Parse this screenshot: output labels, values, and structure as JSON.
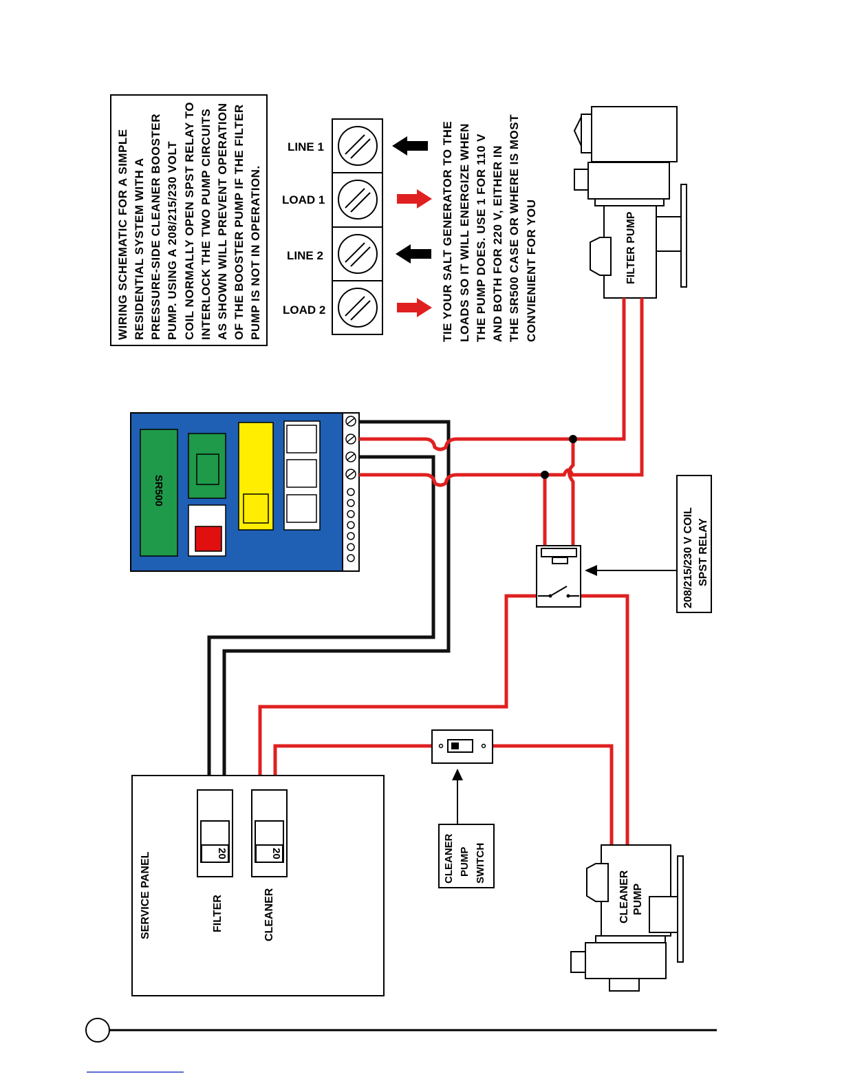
{
  "description_box": {
    "lines": [
      "WIRING SCHEMATIC FOR A SIMPLE",
      "RESIDENTIAL SYSTEM WITH A",
      "PRESSURE-SIDE CLEANER BOOSTER",
      "PUMP. USING A 208/215/230 VOLT",
      "COIL NORMALLY OPEN SPST RELAY TO",
      "INTERLOCK THE TWO PUMP CIRCUITS",
      "AS SHOWN WILL PREVENT OPERATION",
      "OF THE BOOSTER PUMP IF THE FILTER",
      "PUMP IS NOT IN OPERATION."
    ]
  },
  "terminal_block": {
    "labels": [
      "LINE 1",
      "LOAD 1",
      "LINE 2",
      "LOAD 2"
    ]
  },
  "tie_note": {
    "lines": [
      "TIE YOUR SALT GENERATOR TO THE",
      "LOADS SO IT WILL ENERGIZE WHEN",
      "THE PUMP DOES. USE 1 FOR 110 V",
      "AND BOTH FOR 220 V, EITHER IN",
      "THE SR500 CASE OR WHERE IS MOST",
      "CONVIENIENT FOR YOU"
    ]
  },
  "filter_pump": {
    "label": "FILTER PUMP"
  },
  "controller": {
    "label": "SR500"
  },
  "relay": {
    "line1": "208/215/230 V COIL",
    "line2": "SPST RELAY"
  },
  "service_panel": {
    "title": "SERVICE PANEL",
    "breakers": [
      {
        "label": "FILTER",
        "rating": "20"
      },
      {
        "label": "CLEANER",
        "rating": "20"
      }
    ]
  },
  "cleaner_switch": {
    "lines": [
      "CLEANER",
      "PUMP",
      "SWITCH"
    ]
  },
  "cleaner_pump": {
    "lines": [
      "CLEANER",
      "PUMP"
    ]
  },
  "colors": {
    "hot_wire": "#e02020",
    "neutral_wire": "#111111",
    "controller_body": "#1f5fb4",
    "pcb_green": "#1f9a4a",
    "relay_yellow": "#ffee00",
    "indicator_red": "#e01010"
  }
}
